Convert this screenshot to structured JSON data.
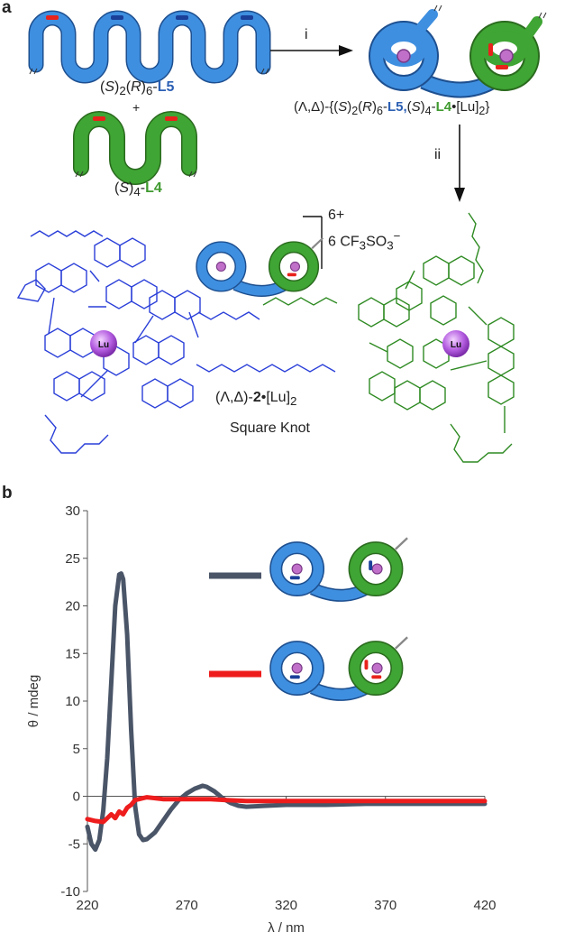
{
  "panel_a": {
    "label": "a",
    "step_i": "i",
    "step_ii": "ii",
    "ligand_L5": {
      "prefix_1": "(",
      "s": "S",
      "prefix_2": ")",
      "sub1": "2",
      "p3": "(",
      "r": "R",
      "p4": ")",
      "sub2": "6",
      "dash": "-",
      "name": "L5"
    },
    "plus": "+",
    "ligand_L4": {
      "p1": "(",
      "s": "S",
      "p2": ")",
      "sub": "4",
      "dash": "-",
      "name": "L4"
    },
    "complex_label": {
      "p1": "(Λ,Δ)-{(",
      "s1": "S",
      "p2": ")",
      "sub1": "2",
      "p3": "(",
      "r": "R",
      "p4": ")",
      "sub2": "6",
      "dash1": "-",
      "l5": "L5,",
      "p5": "(",
      "s2": "S",
      "p6": ")",
      "sub3": "4",
      "dash2": "-",
      "l4": "L4",
      "tail": "•[Lu]",
      "sub4": "2",
      "close": "}"
    },
    "charge": "6+",
    "counterion": {
      "pre": "6 CF",
      "sub1": "3",
      "mid": "SO",
      "sub2": "3",
      "sup": "−"
    },
    "metal_label": "Lu",
    "product_label": {
      "p1": "(Λ,Δ)-",
      "num": "2",
      "tail": "•[Lu]",
      "sub": "2"
    },
    "product_name": "Square Knot"
  },
  "panel_b": {
    "label": "b",
    "chart_data": {
      "type": "line",
      "xlabel": "λ / nm",
      "ylabel": "θ / mdeg",
      "xlim": [
        220,
        420
      ],
      "ylim": [
        -10,
        30
      ],
      "x_ticks": [
        "220",
        "270",
        "320",
        "370",
        "420"
      ],
      "y_ticks": [
        "30",
        "25",
        "20",
        "15",
        "10",
        "5",
        "0",
        "-5",
        "-10"
      ],
      "grid": false,
      "series": [
        {
          "color": "#4a5568",
          "x": [
            220,
            222,
            224,
            226,
            228,
            230,
            232,
            234,
            236,
            237,
            238,
            240,
            242,
            244,
            246,
            248,
            250,
            254,
            258,
            262,
            266,
            270,
            274,
            278,
            280,
            284,
            288,
            292,
            296,
            300,
            310,
            320,
            340,
            360,
            380,
            400,
            420
          ],
          "values": [
            -3.2,
            -5.0,
            -5.6,
            -4.6,
            -1.5,
            4.0,
            12.0,
            20.0,
            23.3,
            23.4,
            22.8,
            17.0,
            7.0,
            -1.0,
            -4.0,
            -4.6,
            -4.5,
            -3.8,
            -2.6,
            -1.4,
            -0.4,
            0.3,
            0.8,
            1.1,
            1.0,
            0.5,
            -0.2,
            -0.7,
            -1.0,
            -1.1,
            -1.0,
            -0.9,
            -0.9,
            -0.8,
            -0.8,
            -0.8,
            -0.8
          ]
        },
        {
          "color": "#ee1c1c",
          "x": [
            220,
            224,
            228,
            232,
            234,
            236,
            238,
            240,
            242,
            244,
            246,
            248,
            250,
            254,
            258,
            262,
            266,
            270,
            276,
            282,
            290,
            300,
            320,
            340,
            360,
            380,
            400,
            420
          ],
          "values": [
            -2.4,
            -2.6,
            -2.7,
            -1.9,
            -2.3,
            -1.6,
            -1.9,
            -1.2,
            -0.9,
            -0.4,
            -0.3,
            -0.2,
            -0.1,
            -0.2,
            -0.3,
            -0.3,
            -0.3,
            -0.3,
            -0.3,
            -0.3,
            -0.4,
            -0.5,
            -0.5,
            -0.5,
            -0.5,
            -0.5,
            -0.5,
            -0.5
          ]
        }
      ]
    }
  }
}
